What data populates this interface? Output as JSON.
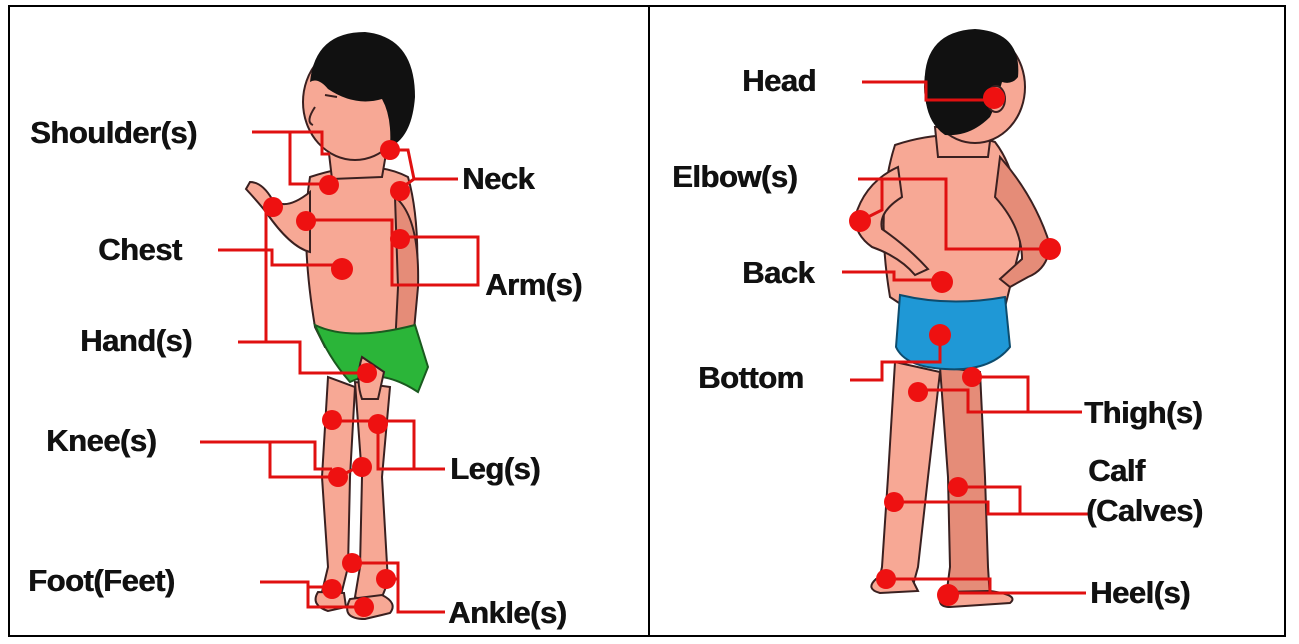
{
  "colors": {
    "skin": "#f7a895",
    "skin_shadow": "#e58c78",
    "hair": "#111111",
    "diaper_front": "#2bb539",
    "diaper_back": "#1f98d6",
    "marker": "#ee1111",
    "line": "#e01010",
    "border": "#000000"
  },
  "front_view": {
    "labels": {
      "shoulders": "Shoulder(s)",
      "neck": "Neck",
      "chest": "Chest",
      "arms": "Arm(s)",
      "hands": "Hand(s)",
      "knees": "Knee(s)",
      "legs": "Leg(s)",
      "feet": "Foot(Feet)",
      "ankles": "Ankle(s)"
    }
  },
  "back_view": {
    "labels": {
      "head": "Head",
      "elbows": "Elbow(s)",
      "back": "Back",
      "bottom": "Bottom",
      "thighs": "Thigh(s)",
      "calf_line1": "Calf",
      "calf_line2": "(Calves)",
      "heels": "Heel(s)"
    }
  }
}
